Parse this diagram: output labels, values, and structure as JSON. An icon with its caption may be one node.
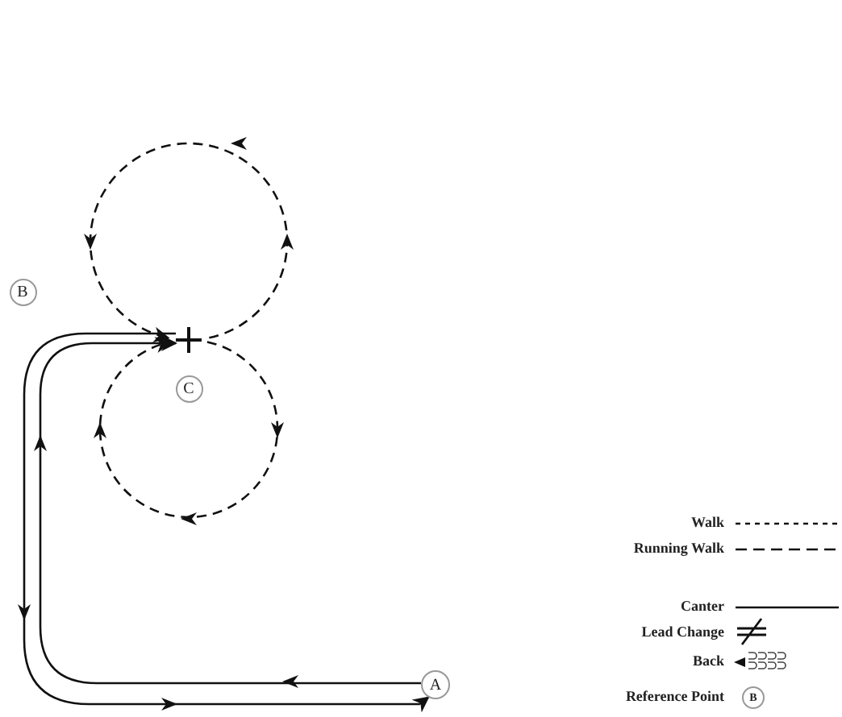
{
  "diagram": {
    "nodes": [
      {
        "text": [
          "A"
        ]
      },
      {
        "text": [
          "B"
        ]
      },
      {
        "text": [
          "C"
        ]
      },
      {
        "text": [],
        "shape": "cross"
      },
      {
        "text": [
          "B"
        ]
      }
    ],
    "edges": [
      {
        "from": 0,
        "to": 3,
        "arrow": "to"
      },
      {
        "from": 3,
        "to": 0,
        "arrow": "to"
      },
      {
        "from": 3,
        "to": 3,
        "arrow": "to",
        "style": "dashed"
      },
      {
        "from": 3,
        "to": 3,
        "arrow": "to",
        "style": "dashed"
      }
    ],
    "legend": [
      {
        "text": "Walk"
      },
      {
        "text": "Running Walk"
      },
      {
        "text": "Canter"
      },
      {
        "text": "Lead Change"
      },
      {
        "text": "Back"
      },
      {
        "text": "Reference Point"
      }
    ]
  }
}
